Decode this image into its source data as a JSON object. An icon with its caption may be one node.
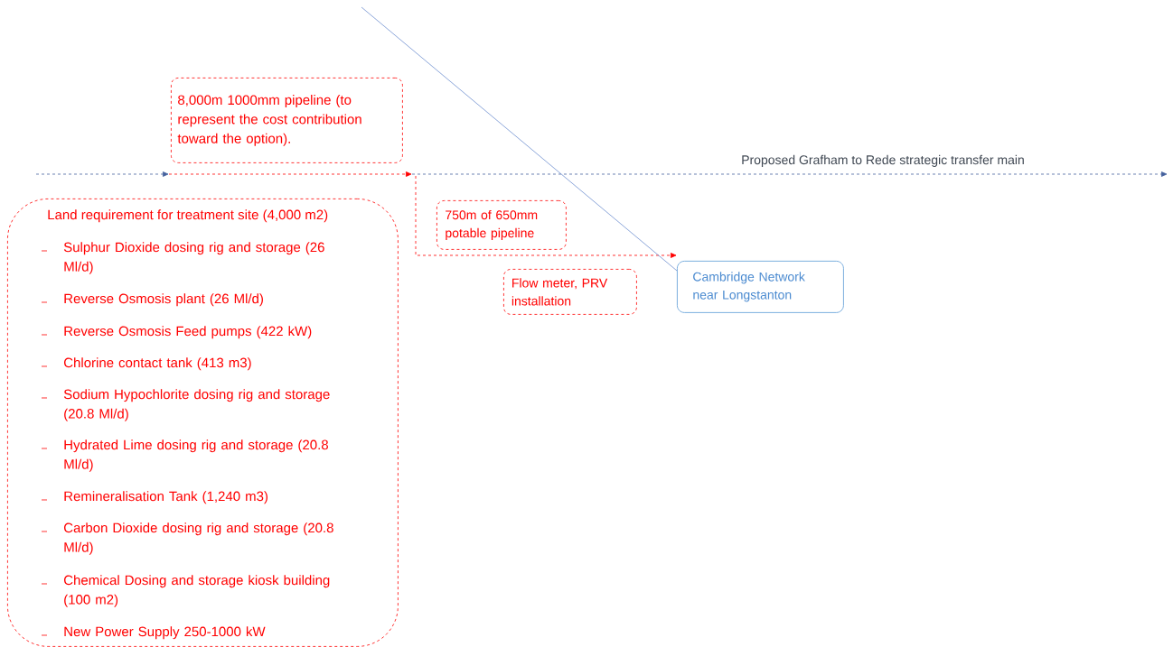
{
  "diagram": {
    "nodes": [
      {
        "text": [
          "8,000m 1000mm pipeline (to represent the cost contribution toward the option)."
        ]
      },
      {
        "text": [
          "Land requirement for treatment site (4,000 m2)",
          "Sulphur Dioxide dosing rig and storage (26 Ml/d)",
          "Reverse Osmosis plant (26 Ml/d)",
          "Reverse Osmosis Feed pumps (422 kW)",
          "Chlorine contact tank (413 m3)",
          "Sodium Hypochlorite dosing rig and storage (20.8 Ml/d)",
          "Hydrated Lime dosing rig and storage (20.8 Ml/d)",
          "Remineralisation Tank (1,240 m3)",
          "Carbon Dioxide dosing rig and storage (20.8 Ml/d)",
          "Chemical Dosing and storage kiosk building (100 m2)",
          "New Power Supply 250-1000 kW"
        ]
      },
      {
        "text": [
          "750m of 650mm potable pipeline"
        ]
      },
      {
        "text": [
          "Flow meter, PRV installation"
        ]
      },
      {
        "text": [
          "Cambridge Network near Longstanton"
        ]
      }
    ],
    "edges": [
      {
        "from": null,
        "to": 4,
        "arrow": "to",
        "style": "dashed",
        "color": "#ff0000"
      },
      {
        "from": null,
        "to": 4,
        "arrow": "none",
        "color": "#6f8fcf"
      }
    ],
    "labels": [
      "Proposed Grafham to Rede strategic transfer main"
    ]
  }
}
